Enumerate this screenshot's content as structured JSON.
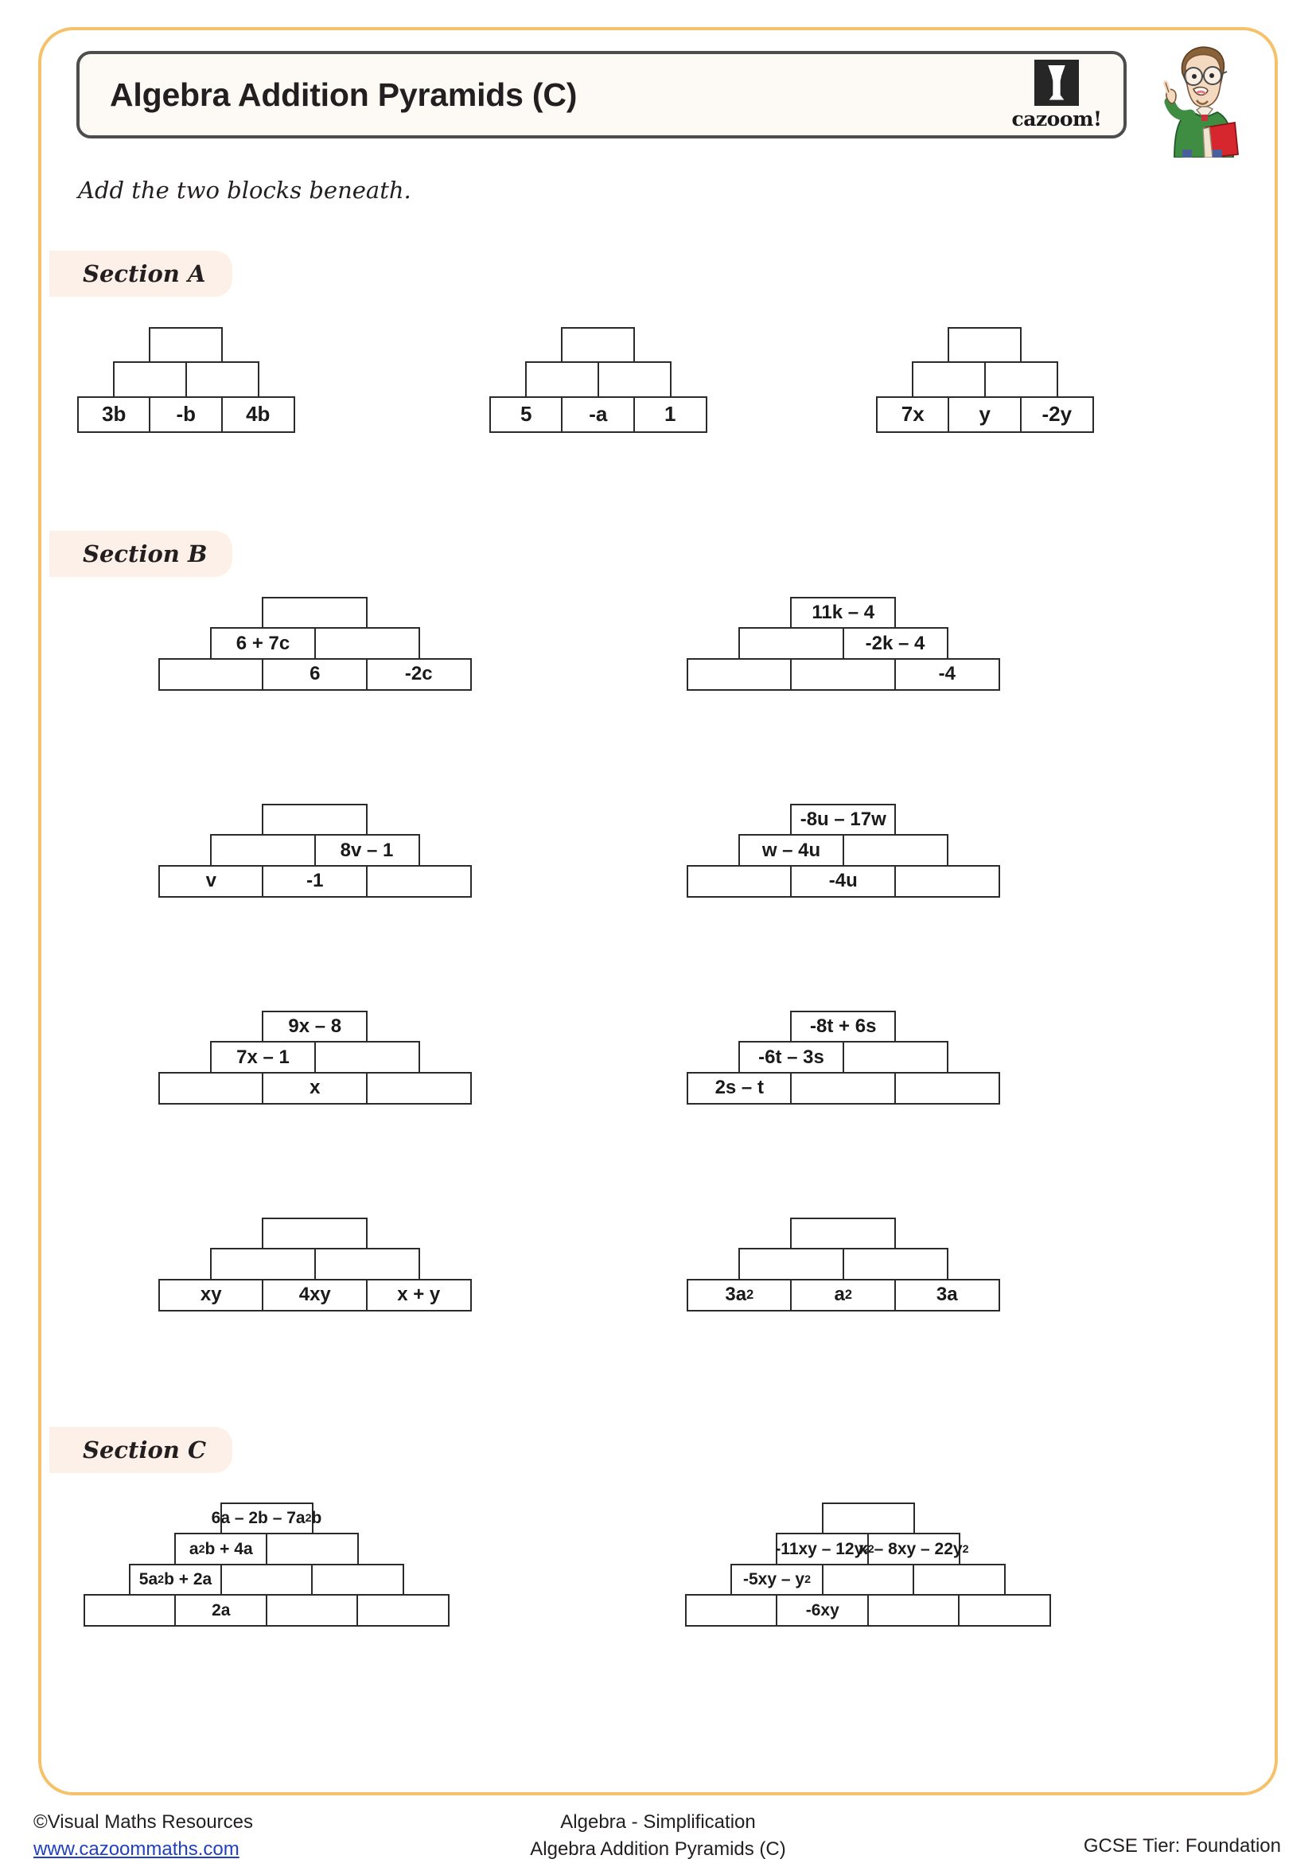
{
  "header": {
    "title": "Algebra Addition Pyramids (C)",
    "logo_word": "cazoom!",
    "logo_mark_icon": "hourglass-icon",
    "mascot_icon": "teacher-character-icon"
  },
  "instruction": "Add the two blocks beneath.",
  "sections": [
    {
      "id": "A",
      "label": "Section A"
    },
    {
      "id": "B",
      "label": "Section B"
    },
    {
      "id": "C",
      "label": "Section C"
    }
  ],
  "section_a": {
    "pyramids": [
      {
        "rows": [
          [
            ""
          ],
          [
            "",
            ""
          ],
          [
            "3b",
            "-b",
            "4b"
          ]
        ]
      },
      {
        "rows": [
          [
            ""
          ],
          [
            "",
            ""
          ],
          [
            "5",
            "-a",
            "1"
          ]
        ]
      },
      {
        "rows": [
          [
            ""
          ],
          [
            "",
            ""
          ],
          [
            "7x",
            "y",
            "-2y"
          ]
        ]
      }
    ]
  },
  "section_b": {
    "pyramids": [
      {
        "rows": [
          [
            ""
          ],
          [
            "6 + 7c",
            ""
          ],
          [
            "",
            "6",
            "-2c"
          ]
        ]
      },
      {
        "rows": [
          [
            "11k – 4"
          ],
          [
            "",
            "-2k – 4"
          ],
          [
            "",
            "",
            "-4"
          ]
        ]
      },
      {
        "rows": [
          [
            ""
          ],
          [
            "",
            "8v – 1"
          ],
          [
            "v",
            "-1",
            ""
          ]
        ]
      },
      {
        "rows": [
          [
            "-8u – 17w"
          ],
          [
            "w – 4u",
            ""
          ],
          [
            "",
            "-4u",
            ""
          ]
        ]
      },
      {
        "rows": [
          [
            "9x – 8"
          ],
          [
            "7x – 1",
            ""
          ],
          [
            "",
            "x",
            ""
          ]
        ]
      },
      {
        "rows": [
          [
            "-8t + 6s"
          ],
          [
            "-6t – 3s",
            ""
          ],
          [
            "2s – t",
            "",
            ""
          ]
        ]
      },
      {
        "rows": [
          [
            ""
          ],
          [
            "",
            ""
          ],
          [
            "xy",
            "4xy",
            "x + y"
          ]
        ]
      },
      {
        "rows": [
          [
            ""
          ],
          [
            "",
            ""
          ],
          [
            "3a<sup>2</sup>",
            "a<sup>2</sup>",
            "3a"
          ]
        ]
      }
    ]
  },
  "section_c": {
    "pyramids": [
      {
        "rows": [
          [
            "6a – 2b – 7a<sup>2</sup>b"
          ],
          [
            "a<sup>2</sup>b + 4a",
            ""
          ],
          [
            "5a<sup>2</sup>b + 2a",
            "",
            ""
          ],
          [
            "",
            "2a",
            "",
            ""
          ]
        ]
      },
      {
        "rows": [
          [
            ""
          ],
          [
            "-11xy – 12y<sup>2</sup>",
            "x<sup>2</sup> – 8xy – 22y<sup>2</sup>"
          ],
          [
            "-5xy – y<sup>2</sup>",
            "",
            ""
          ],
          [
            "",
            "-6xy",
            "",
            ""
          ]
        ]
      }
    ]
  },
  "footer": {
    "copyright": "©Visual Maths Resources",
    "website": "www.cazoommaths.com",
    "topic": "Algebra - Simplification",
    "worksheet": "Algebra Addition Pyramids (C)",
    "tier": "GCSE Tier: Foundation"
  },
  "colors": {
    "page_border": "#f5c26b",
    "badge_bg": "#fdf0e8",
    "header_bg": "#fdfaf5",
    "brick_border": "#2b2b2b",
    "link": "#2040c0"
  }
}
